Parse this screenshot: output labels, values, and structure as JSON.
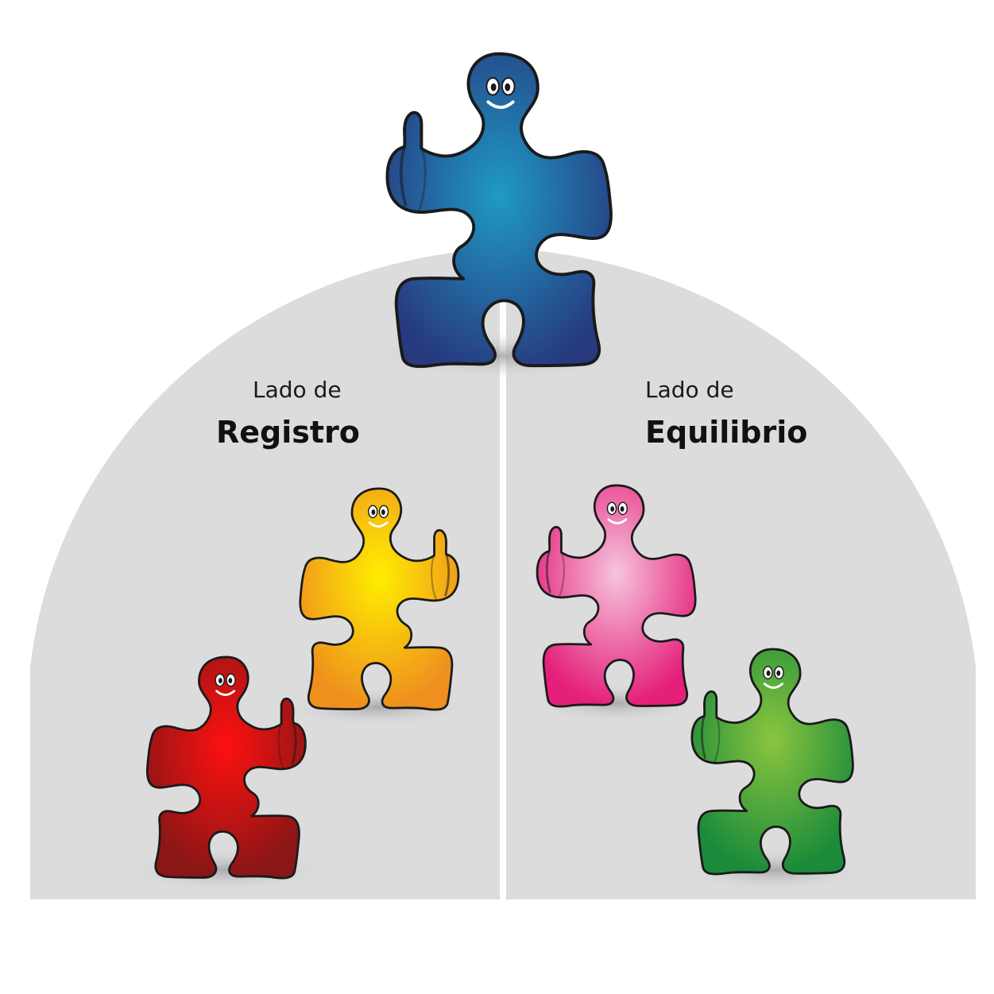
{
  "left_side": {
    "line1": "Lado de",
    "line2": "Registro"
  },
  "right_side": {
    "line1": "Lado de",
    "line2": "Equilibrio"
  },
  "colors": {
    "background_dome": "#dcdcdc",
    "divider": "#ffffff",
    "top_piece": "#1f8fbf",
    "top_piece_dark": "#27397f",
    "yellow_piece": "#ffee00",
    "yellow_piece_dark": "#ee8f1e",
    "red_piece": "#ff1010",
    "red_piece_dark": "#8a1616",
    "pink_piece": "#f4b7d4",
    "pink_piece_dark": "#e4207a",
    "green_piece": "#8bc53f",
    "green_piece_dark": "#1a8b3a"
  },
  "figures": [
    {
      "name": "blue-puzzle-character",
      "color": "blue",
      "thumb": "left"
    },
    {
      "name": "yellow-puzzle-character",
      "color": "yellow",
      "thumb": "right"
    },
    {
      "name": "red-puzzle-character",
      "color": "red",
      "thumb": "right"
    },
    {
      "name": "pink-puzzle-character",
      "color": "pink",
      "thumb": "left"
    },
    {
      "name": "green-puzzle-character",
      "color": "green",
      "thumb": "left"
    }
  ]
}
